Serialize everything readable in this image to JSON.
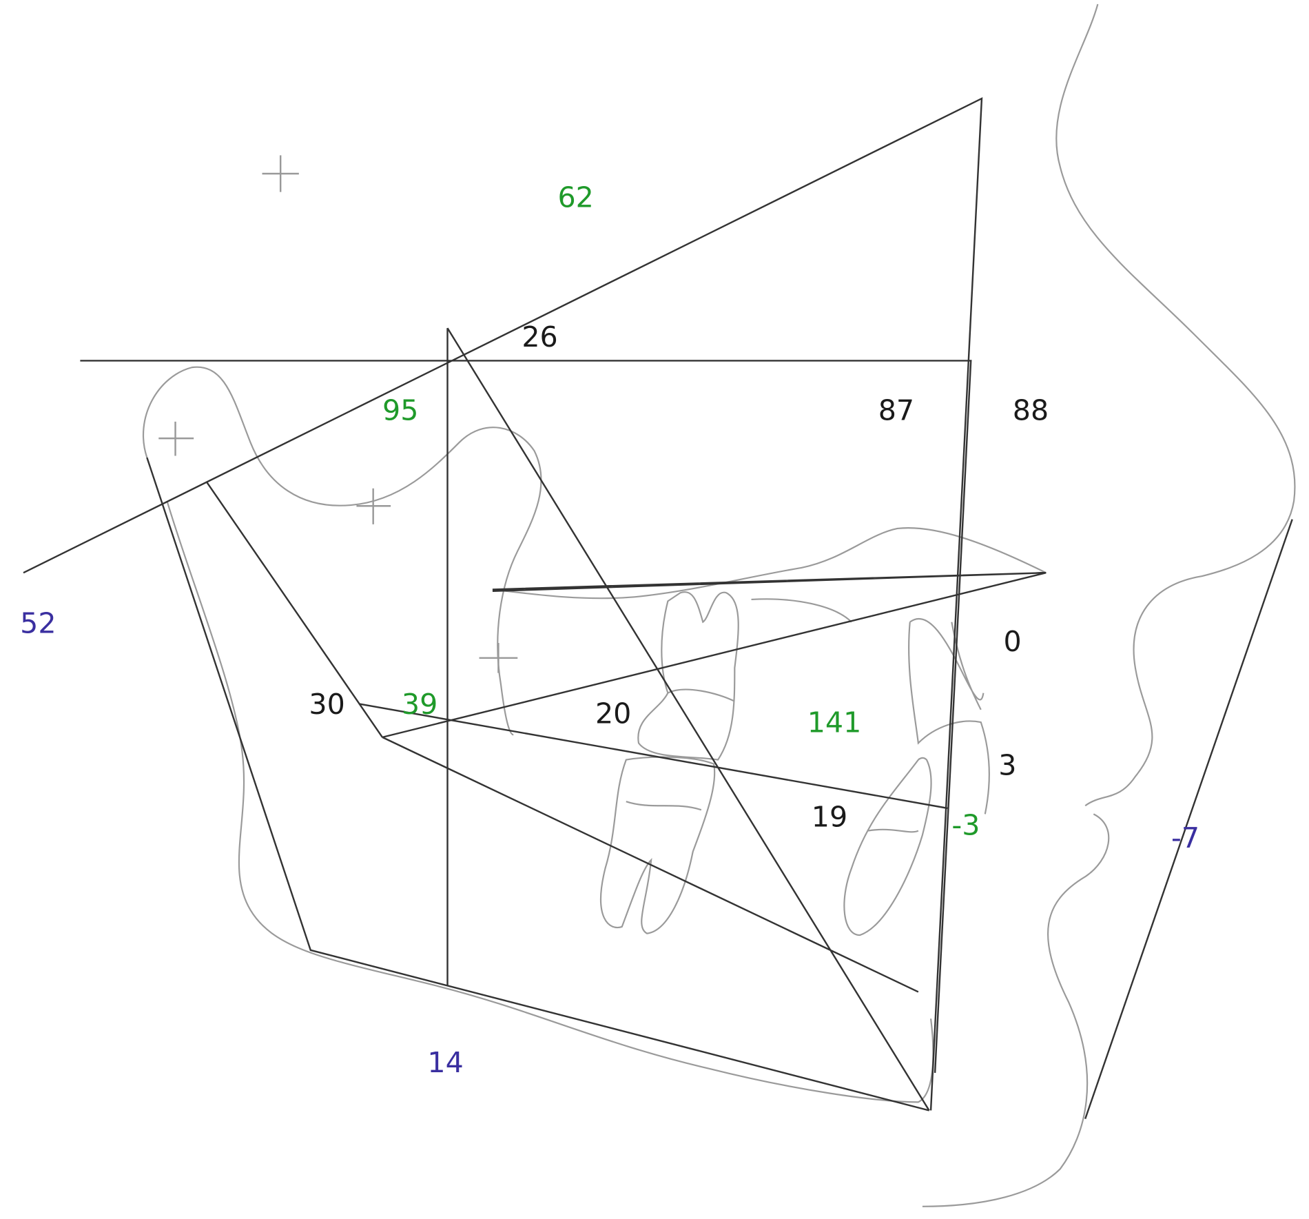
{
  "colors": {
    "black_label": "#1a1a1a",
    "green_label": "#1f9a2a",
    "blue_label": "#3a2fa0",
    "line": "#333333",
    "tracing": "#9a9a9a"
  },
  "labels": {
    "l62": "62",
    "l26": "26",
    "l95": "95",
    "l87": "87",
    "l88": "88",
    "l52": "52",
    "l0": "0",
    "l30": "30",
    "l39": "39",
    "l20": "20",
    "l141": "141",
    "l3": "3",
    "l19": "19",
    "lm3": "-3",
    "lm7": "-7",
    "l14": "14"
  }
}
